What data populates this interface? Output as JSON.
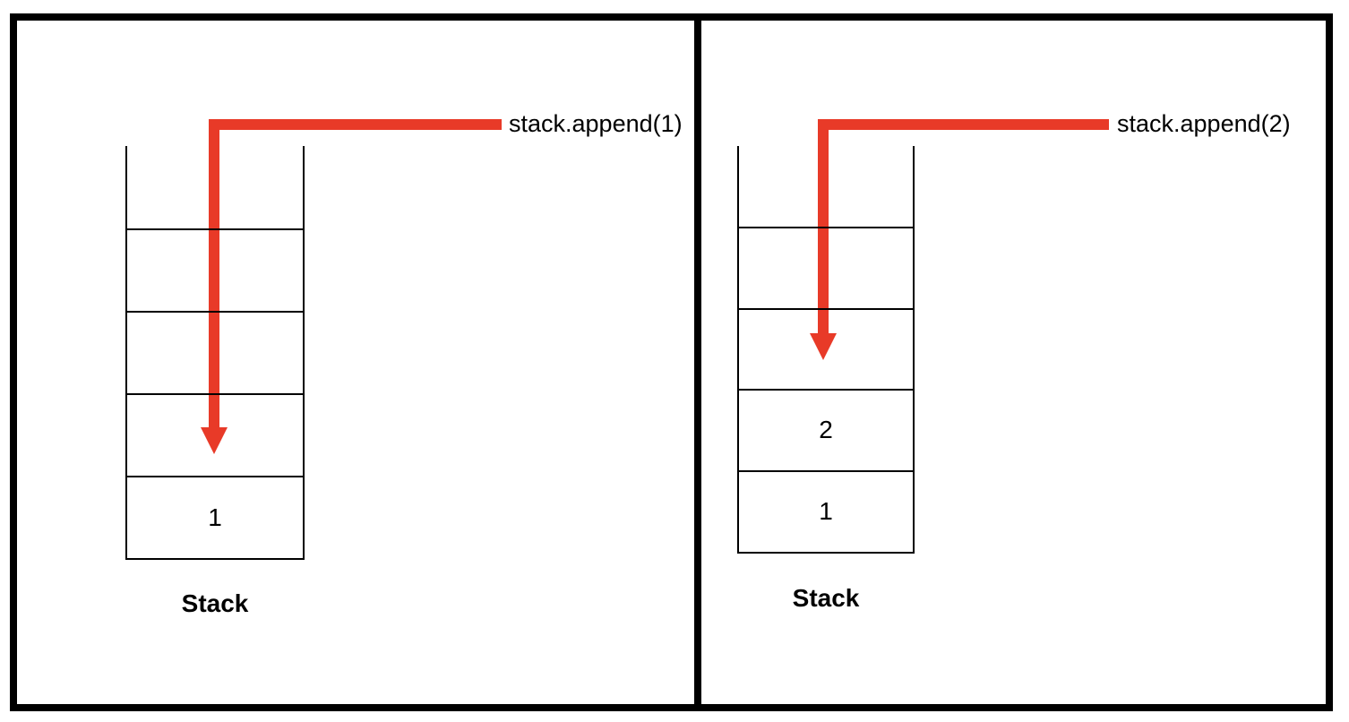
{
  "diagram": {
    "description": "Stack push operations visualization",
    "colors": {
      "arrow": "#e83a28",
      "line": "#000000",
      "background": "#ffffff"
    },
    "panels": [
      {
        "id": "append-1",
        "annotation": "stack.append(1)",
        "stack_label": "Stack",
        "cells": [
          "",
          "",
          "",
          "1"
        ],
        "arrow_target_cell_index": 2
      },
      {
        "id": "append-2",
        "annotation": "stack.append(2)",
        "stack_label": "Stack",
        "cells": [
          "",
          "",
          "2",
          "1"
        ],
        "arrow_target_cell_index": 1
      }
    ]
  }
}
